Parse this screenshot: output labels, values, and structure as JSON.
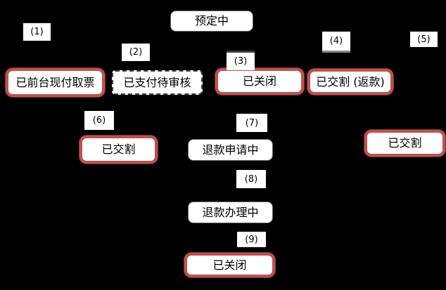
{
  "colors": {
    "background": "#000000",
    "box_fill": "#ffffff",
    "red_accent_border": "#c0504d",
    "thin_border": "#666666",
    "text": "#000000"
  },
  "nodes": {
    "booking": "预定中",
    "counter_paid_ticketed": "已前台现付取票",
    "paid_pending_review": "已支付待审核",
    "closed_top": "已关闭",
    "settled_refund": "已交割 (返款)",
    "settled_left": "已交割",
    "refund_requesting": "退款申请中",
    "settled_right": "已交割",
    "refund_processing": "退款办理中",
    "closed_bottom": "已关闭"
  },
  "steps": {
    "s1": "(1)",
    "s2": "(2)",
    "s3": "(3)",
    "s4": "(4)",
    "s5": "(5)",
    "s6": "(6)",
    "s7": "(7)",
    "s8": "(8)",
    "s9": "(9)"
  }
}
